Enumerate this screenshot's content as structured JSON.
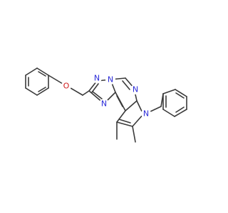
{
  "molecule": {
    "colors": {
      "bond": "#3a3a3a",
      "nitrogen": "#2a2ad8",
      "oxygen": "#d01c1c"
    },
    "atoms": [
      {
        "id": "O1",
        "label": "O",
        "element": "oxygen"
      },
      {
        "id": "N1",
        "label": "N",
        "element": "nitrogen"
      },
      {
        "id": "N2",
        "label": "N",
        "element": "nitrogen"
      },
      {
        "id": "N3",
        "label": "N",
        "element": "nitrogen"
      },
      {
        "id": "N4",
        "label": "N",
        "element": "nitrogen"
      },
      {
        "id": "N5",
        "label": "N",
        "element": "nitrogen"
      }
    ]
  }
}
